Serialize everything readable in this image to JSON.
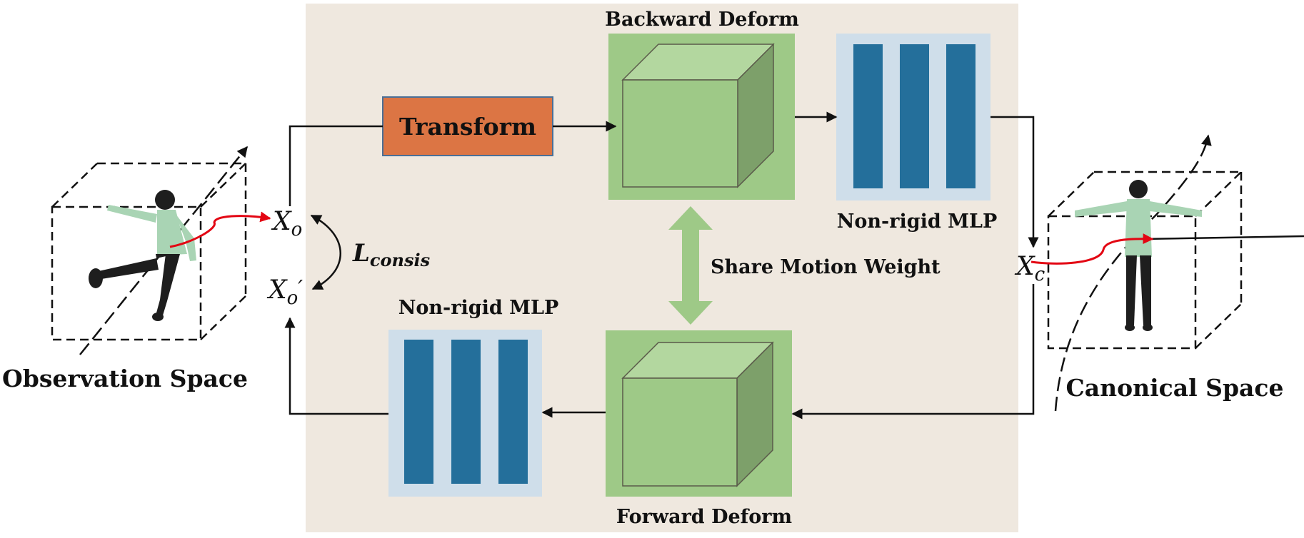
{
  "labels": {
    "backward_deform": "Backward Deform",
    "forward_deform": "Forward Deform",
    "transform": "Transform",
    "nonrigid_mlp_top": "Non-rigid MLP",
    "nonrigid_mlp_bottom": "Non-rigid MLP",
    "share_motion_weight": "Share Motion Weight",
    "observation_space": "Observation Space",
    "canonical_space": "Canonical Space"
  },
  "math": {
    "x_o_base": "X",
    "x_o_sub": "o",
    "x_o_prime_base": "X",
    "x_o_prime_sub": "o",
    "x_o_prime_mark": "′",
    "x_c_base": "X",
    "x_c_sub": "c",
    "loss_base": "L",
    "loss_sub": "consis"
  },
  "colors": {
    "panel_bg": "#efe8df",
    "transform_fill": "#dc7544",
    "transform_stroke": "#4a6f96",
    "deform_bg": "#9ec987",
    "cube_front": "#9ec987",
    "cube_top": "#b3d79f",
    "cube_side": "#7da06a",
    "mlp_bg": "#cfdeea",
    "mlp_bar": "#246f9b",
    "share_arrow": "#9ec987",
    "ray": "#e30613"
  }
}
